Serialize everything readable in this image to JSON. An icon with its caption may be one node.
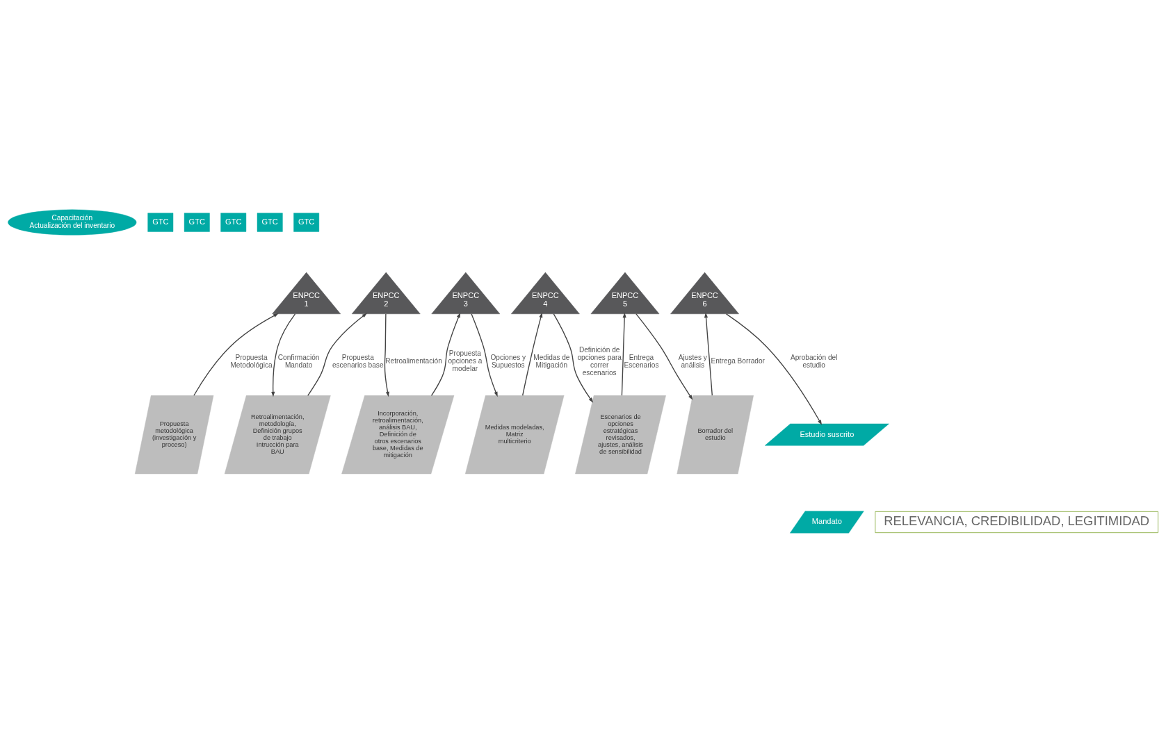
{
  "diagram": {
    "nodes": [
      {
        "text": [
          "Capacitación",
          "Actualización del inventario"
        ]
      },
      {
        "text": [
          "GTC"
        ]
      },
      {
        "text": [
          "GTC"
        ]
      },
      {
        "text": [
          "GTC"
        ]
      },
      {
        "text": [
          "GTC"
        ]
      },
      {
        "text": [
          "GTC"
        ]
      },
      {
        "text": [
          "ENPCC 1"
        ]
      },
      {
        "text": [
          "ENPCC 2"
        ]
      },
      {
        "text": [
          "ENPCC 3"
        ]
      },
      {
        "text": [
          "ENPCC 4"
        ]
      },
      {
        "text": [
          "ENPCC 5"
        ]
      },
      {
        "text": [
          "ENPCC 6"
        ]
      },
      {
        "text": [
          "Propuesta metodológica (investigación y proceso)"
        ]
      },
      {
        "text": [
          "Retroalimentación, metodología, Definición grupos de trabajo Intrucción para BAU"
        ]
      },
      {
        "text": [
          "Incorporación, retroalimentación, análisis BAU, Definición de otros escenarios base, Medidas de mitigación"
        ]
      },
      {
        "text": [
          "Medidas modeladas, Matriz multicriterio"
        ]
      },
      {
        "text": [
          "Escenarios de opciones estratégicas revisados, ajustes, análisis de sensibilidad"
        ]
      },
      {
        "text": [
          "Borrador del estudio"
        ]
      },
      {
        "text": [
          "Estudio suscrito"
        ]
      },
      {
        "text": [
          "Mandato"
        ]
      },
      {
        "text": [
          "RELEVANCIA, CREDIBILIDAD, LEGITIMIDAD"
        ]
      }
    ],
    "edges": [
      {
        "from": 12,
        "to": 6,
        "arrow": "to",
        "label": "Propuesta Metodológica"
      },
      {
        "from": 6,
        "to": 13,
        "arrow": "to",
        "label": "Confirmación Mandato"
      },
      {
        "from": 13,
        "to": 7,
        "arrow": "to",
        "label": "Propuesta escenarios base"
      },
      {
        "from": 7,
        "to": 14,
        "arrow": "to",
        "label": "Retroalimentación"
      },
      {
        "from": 14,
        "to": 8,
        "arrow": "to",
        "label": "Propuesta opciones a modelar"
      },
      {
        "from": 8,
        "to": 15,
        "arrow": "to",
        "label": "Opciones y Supuestos"
      },
      {
        "from": 15,
        "to": 9,
        "arrow": "to",
        "label": "Medidas de Mitigación"
      },
      {
        "from": 9,
        "to": 16,
        "arrow": "to",
        "label": "Definición de opciones para correr escenarios"
      },
      {
        "from": 16,
        "to": 10,
        "arrow": "to",
        "label": "Entrega Escenarios"
      },
      {
        "from": 10,
        "to": 17,
        "arrow": "to",
        "label": "Ajustes y análisis"
      },
      {
        "from": 17,
        "to": 11,
        "arrow": "to",
        "label": "Entrega Borrador"
      },
      {
        "from": 11,
        "to": 18,
        "arrow": "to",
        "label": "Aprobación del estudio"
      }
    ]
  }
}
